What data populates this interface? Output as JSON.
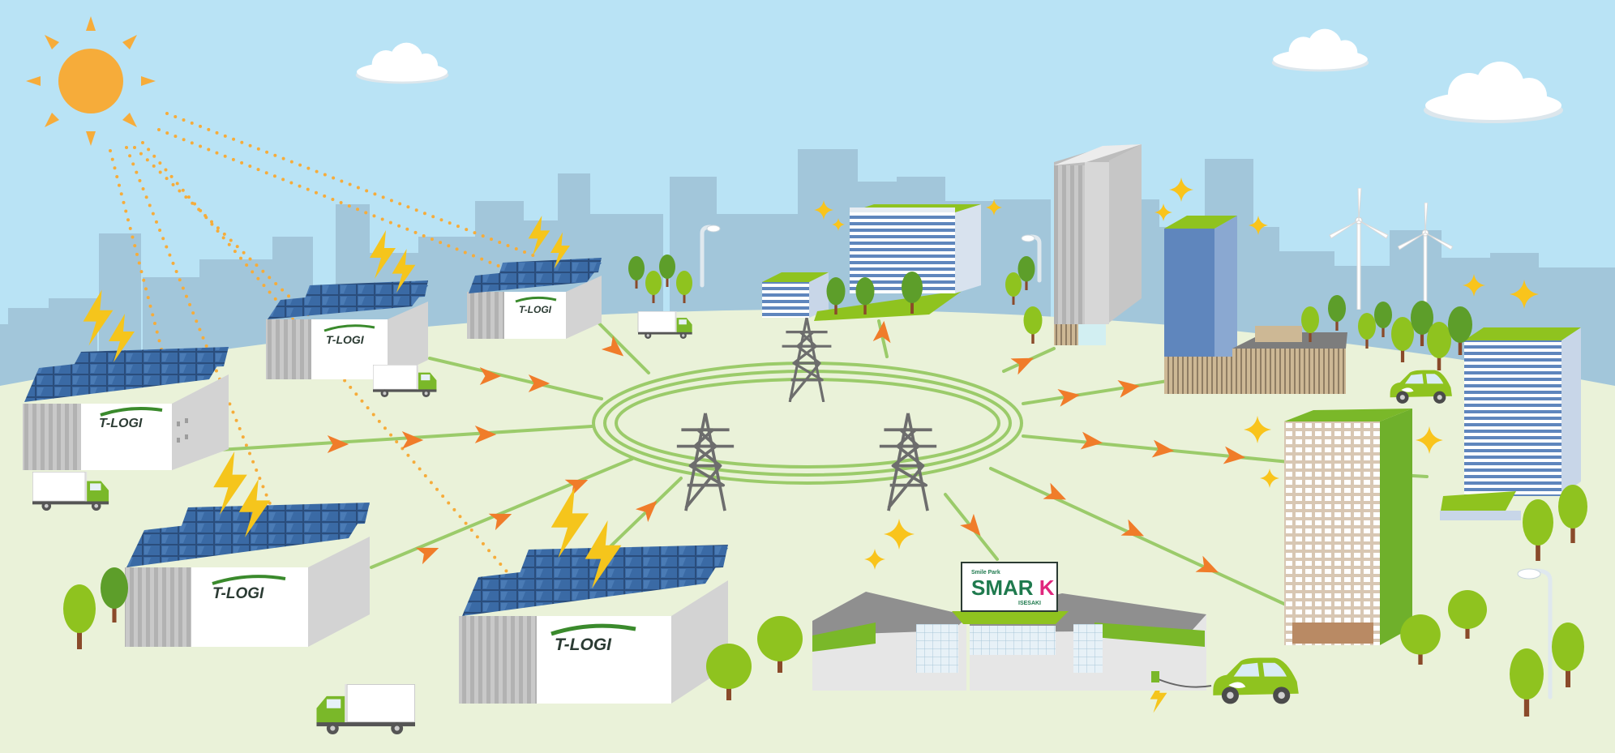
{
  "logistics_logo": "T-LOGI",
  "mall_sign": {
    "small_line": "Smile Park",
    "brand_main": "SMAR",
    "brand_accent": "K",
    "location": "ISESAKI"
  },
  "colors": {
    "sky": "#b9e3f5",
    "skyline": "#a2c6da",
    "ground": "#eaf2d9",
    "sun": "#f6ac3a",
    "grid_line": "#9bcb6a",
    "arrow": "#f07c2a",
    "panel": "#2a4d7c",
    "brand_green": "#3a8a2c",
    "bolt": "#f5c51c"
  },
  "icons": [
    "sun-icon",
    "cloud-icon",
    "lightning-bolt-icon",
    "solar-panel-icon",
    "transmission-tower-icon",
    "wind-turbine-icon",
    "truck-icon",
    "electric-car-icon",
    "tree-icon",
    "sparkle-icon",
    "street-lamp-icon"
  ]
}
